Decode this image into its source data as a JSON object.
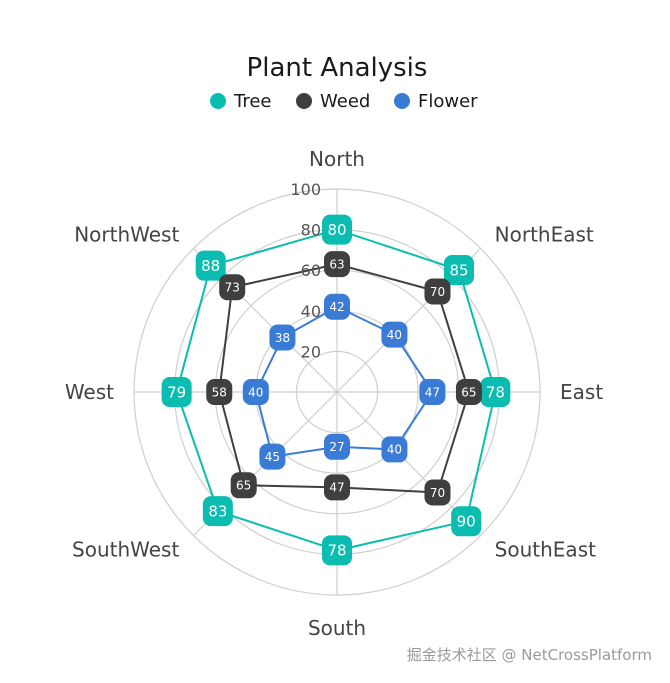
{
  "chart_data": {
    "type": "radar",
    "title": "Plant Analysis",
    "categories": [
      "North",
      "NorthEast",
      "East",
      "SouthEast",
      "South",
      "SouthWest",
      "West",
      "NorthWest"
    ],
    "ylim": [
      0,
      100
    ],
    "ticks": [
      20,
      40,
      60,
      80,
      100
    ],
    "grid": true,
    "legend_position": "top",
    "series": [
      {
        "name": "Tree",
        "color": "#0bbdb0",
        "values": [
          80,
          85,
          78,
          90,
          78,
          83,
          79,
          88
        ]
      },
      {
        "name": "Weed",
        "color": "#3f3f3f",
        "values": [
          63,
          70,
          65,
          70,
          47,
          65,
          58,
          73
        ]
      },
      {
        "name": "Flower",
        "color": "#3a7bd5",
        "values": [
          42,
          40,
          47,
          40,
          27,
          45,
          40,
          38
        ]
      }
    ]
  },
  "watermark": "掘金技术社区 @ NetCrossPlatform"
}
